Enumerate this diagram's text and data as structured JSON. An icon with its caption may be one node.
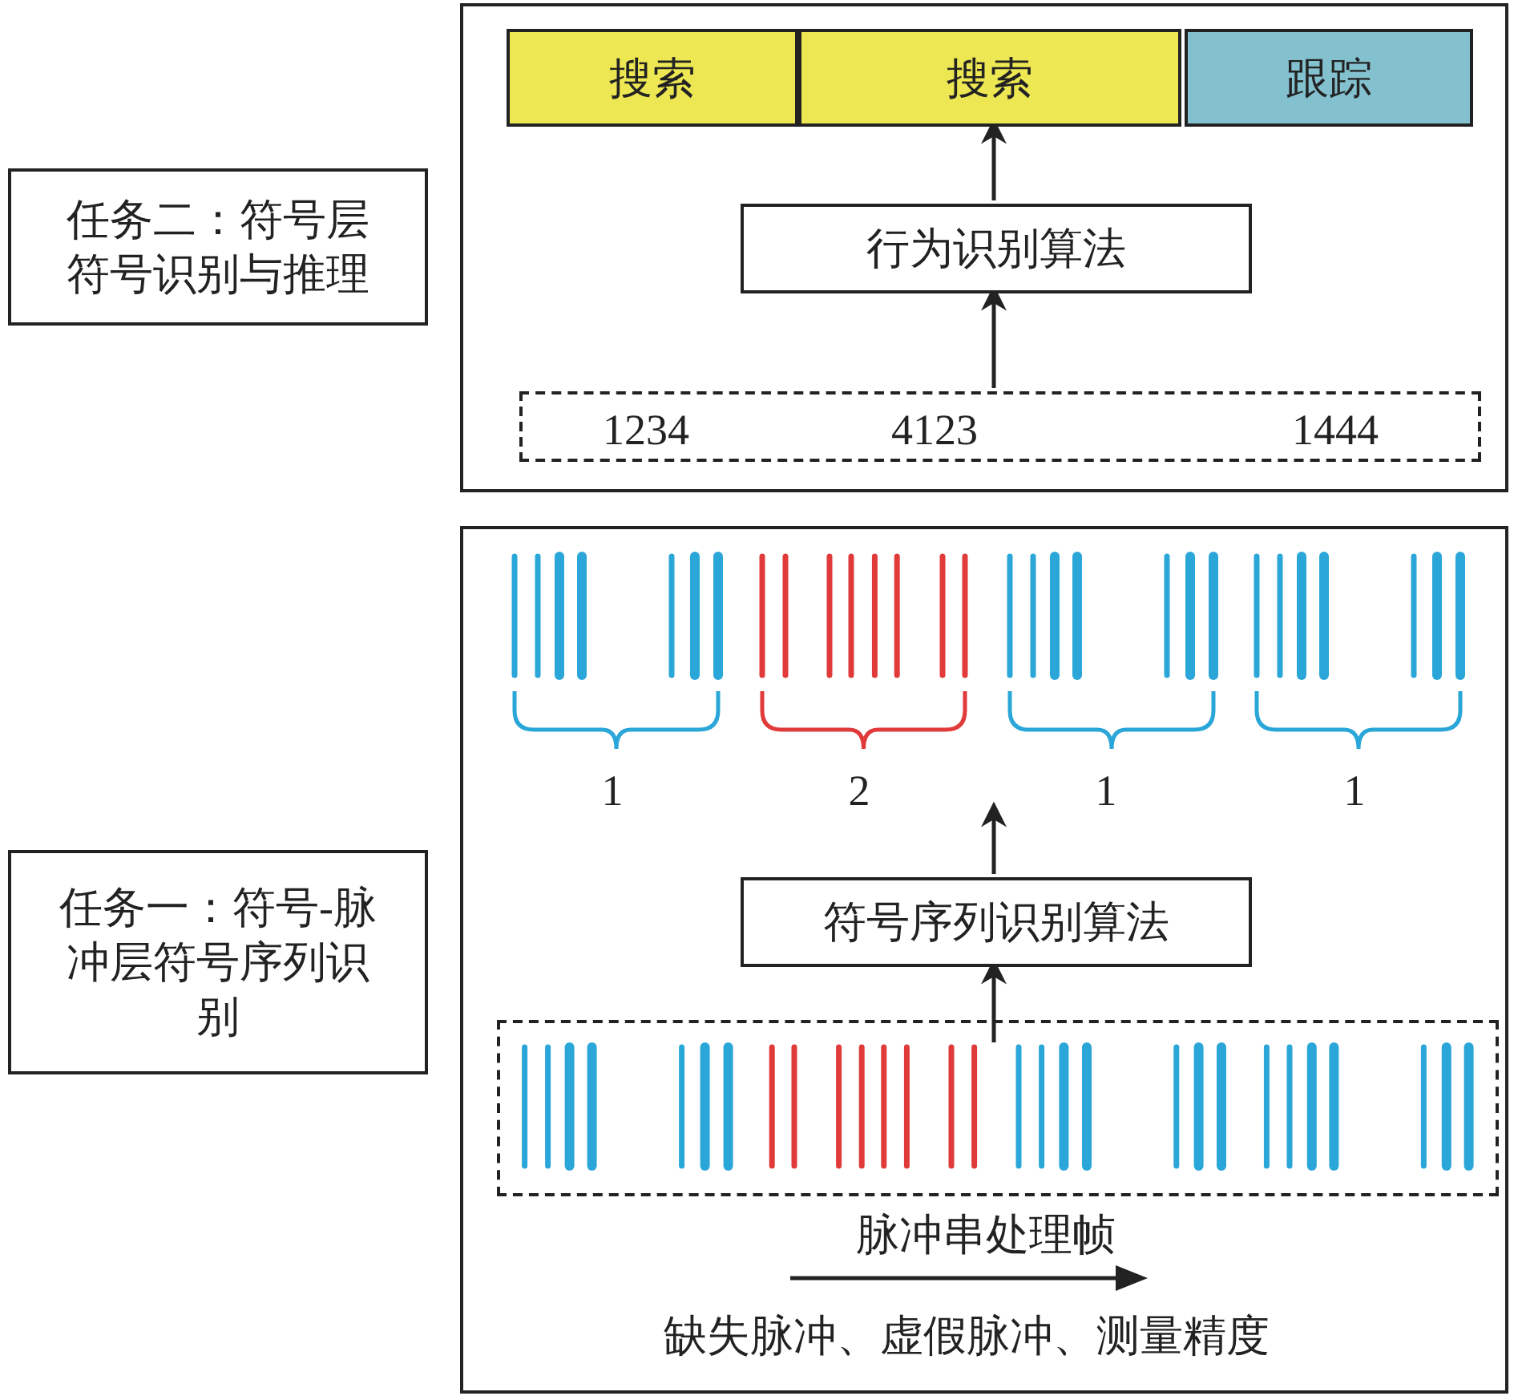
{
  "diagram": {
    "nodes": [
      {
        "text": [
          "任务二：符号层符号识别与推理"
        ]
      },
      {
        "text": [],
        "shape": "box"
      },
      {
        "text": [
          "搜索"
        ],
        "in": 1
      },
      {
        "text": [
          "搜索"
        ],
        "in": 1
      },
      {
        "text": [
          "跟踪"
        ],
        "in": 1
      },
      {
        "text": [
          "行为识别算法"
        ],
        "in": 1
      },
      {
        "text": [
          "1234",
          "4123",
          "1444"
        ],
        "in": 1
      },
      {
        "text": [
          "任务一：符号-脉冲层符号序列识别"
        ]
      },
      {
        "text": [],
        "shape": "box"
      },
      {
        "text": [
          "符号序列识别算法"
        ],
        "in": 8
      },
      {
        "text": [],
        "shape": "box",
        "in": 8
      }
    ],
    "edges": [
      {
        "from": 6,
        "to": 5,
        "arrow": "to"
      },
      {
        "from": 5,
        "to": 3,
        "arrow": "to"
      },
      {
        "from": 10,
        "to": 9,
        "arrow": "to"
      },
      {
        "from": 9,
        "to": null,
        "arrow": "to"
      }
    ],
    "labels": [
      "1",
      "2",
      "1",
      "1",
      "脉冲串处理帧",
      "缺失脉冲、虚假脉冲、测量精度"
    ]
  }
}
